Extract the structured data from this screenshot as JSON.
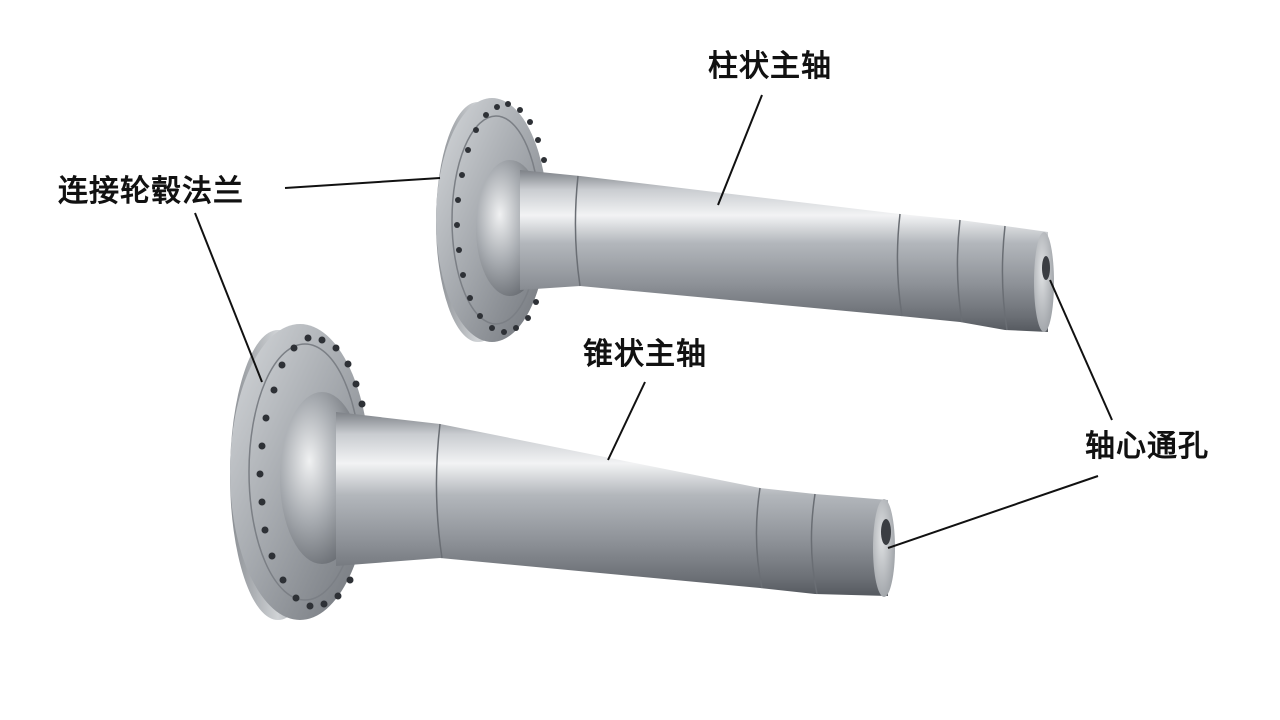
{
  "diagram": {
    "background": "#ffffff",
    "components": [
      {
        "id": "cylindrical-spindle",
        "label": "柱状主轴"
      },
      {
        "id": "tapered-spindle",
        "label": "锥状主轴"
      },
      {
        "id": "hub-flange",
        "label": "连接轮毂法兰"
      },
      {
        "id": "center-bore",
        "label": "轴心通孔"
      }
    ],
    "labels": {
      "hub_flange": "连接轮毂法兰",
      "cylindrical_spindle": "柱状主轴",
      "tapered_spindle": "锥状主轴",
      "center_bore": "轴心通孔"
    },
    "colors": {
      "metal_light": "#e6e8ea",
      "metal_mid": "#a9adb2",
      "metal_dark": "#5d6167",
      "leader_line": "#111111",
      "text": "#111111"
    }
  }
}
